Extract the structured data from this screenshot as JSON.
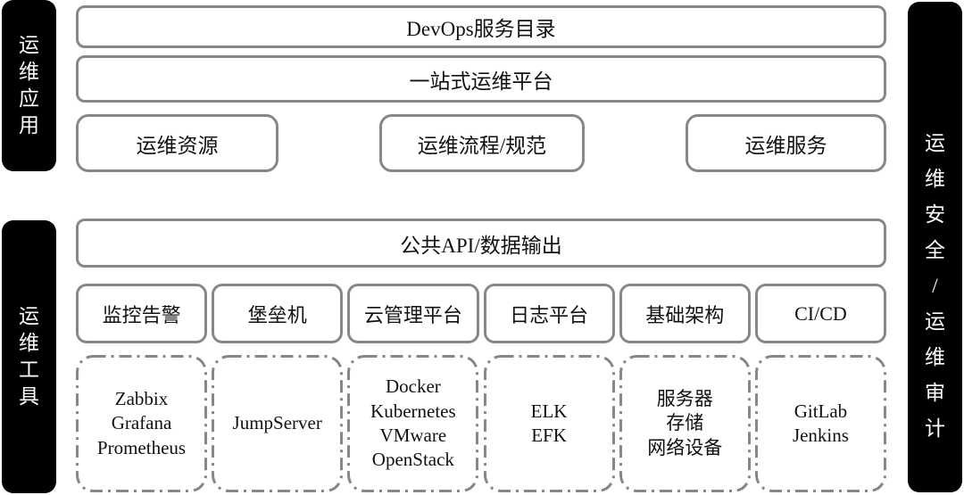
{
  "side_bars": {
    "ops_application": "运\n维\n应\n用",
    "ops_tools": "运\n维\n工\n具",
    "ops_security_audit": "运\n维\n安\n全\n/\n运\n维\n审\n计"
  },
  "top_section": {
    "service_catalog": "DevOps服务目录",
    "one_stop_platform": "一站式运维平台",
    "apps": [
      {
        "label": "运维资源"
      },
      {
        "label": "运维流程/规范"
      },
      {
        "label": "运维服务"
      }
    ]
  },
  "bottom_section": {
    "public_api": "公共API/数据输出",
    "tool_categories": [
      {
        "label": "监控告警"
      },
      {
        "label": "堡垒机"
      },
      {
        "label": "云管理平台"
      },
      {
        "label": "日志平台"
      },
      {
        "label": "基础架构"
      },
      {
        "label": "CI/CD"
      }
    ],
    "tool_products": [
      {
        "label": "Zabbix\nGrafana\nPrometheus"
      },
      {
        "label": "JumpServer"
      },
      {
        "label": "Docker\nKubernetes\nVMware\nOpenStack"
      },
      {
        "label": "ELK\nEFK"
      },
      {
        "label": "服务器\n存储\n网络设备"
      },
      {
        "label": "GitLab\nJenkins"
      }
    ]
  },
  "colors": {
    "bar_background": "#000000",
    "bar_text": "#ffffff",
    "box_border": "#878787",
    "text": "#111111",
    "background": "#ffffff"
  }
}
